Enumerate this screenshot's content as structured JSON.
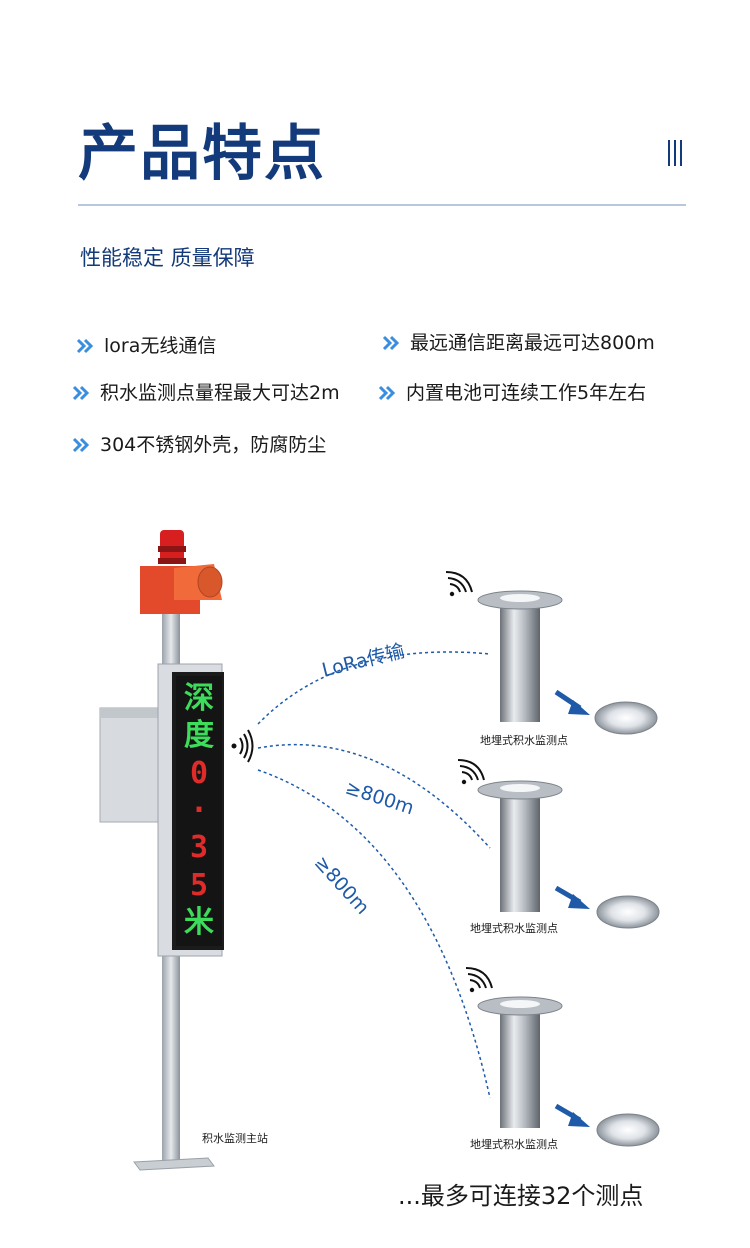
{
  "header": {
    "title": "产品特点",
    "subtitle": "性能稳定 质量保障"
  },
  "features": [
    "lora无线通信",
    "最远通信距离最远可达800m",
    "积水监测点量程最大可达2m",
    "内置电池可连续工作5年左右",
    "304不锈钢外壳，防腐防尘"
  ],
  "diagram": {
    "led_chars": [
      "深",
      "度",
      "0",
      "·",
      "3",
      "5",
      "米"
    ],
    "link_labels": [
      "LoRa传输",
      "≥800m",
      "≥800m"
    ],
    "sensor_label": "地埋式积水监测点",
    "station_label": "积水监测主站",
    "bottom_caption": "...最多可连接32个测点"
  },
  "colors": {
    "brand_blue": "#133a7a",
    "link_blue": "#1e5aa8",
    "chevron_blue": "#3a8ee0"
  },
  "icons": {
    "bullet": "double-chevron-icon",
    "signal": "wireless-signal-icon",
    "arrow": "arrow-icon"
  }
}
